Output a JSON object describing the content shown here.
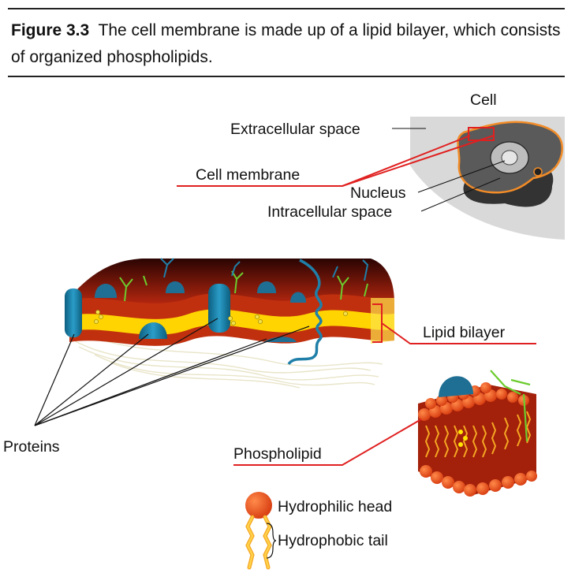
{
  "figure": {
    "number": "Figure 3.3",
    "caption": "The cell membrane is made up of a lipid bilayer, which consists of organized phospholipids."
  },
  "labels": {
    "cell": "Cell",
    "extracellular_space": "Extracellular space",
    "cell_membrane": "Cell membrane",
    "nucleus": "Nucleus",
    "intracellular_space": "Intracellular space",
    "lipid_bilayer": "Lipid bilayer",
    "proteins": "Proteins",
    "phospholipid": "Phospholipid",
    "hydrophilic_head": "Hydrophilic head",
    "hydrophobic_tail": "Hydrophobic tail"
  },
  "colors": {
    "leader_red": "#e02020",
    "membrane_yellow": "#ffd400",
    "membrane_dark": "#7a1008",
    "protein_blue": "#1f7fa8",
    "head_orange": "#e64a19",
    "tail_gold": "#f5a623",
    "cell_gray": "#5a5a5a"
  }
}
